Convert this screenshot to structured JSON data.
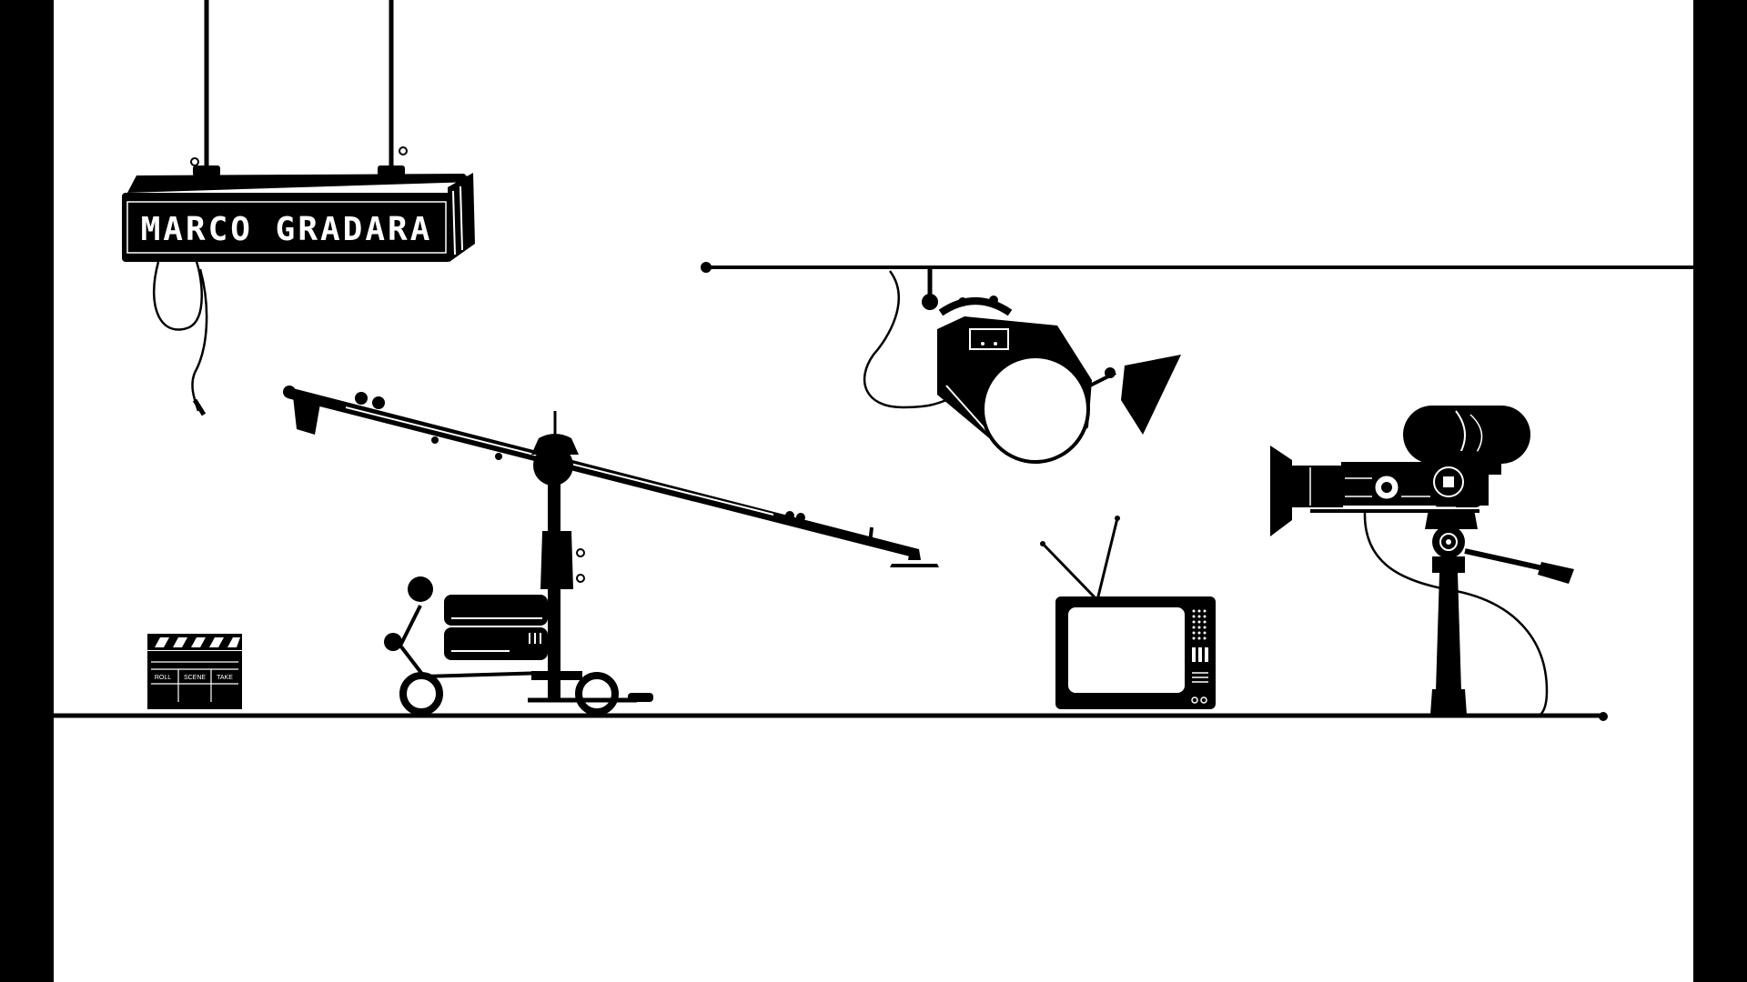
{
  "sign": {
    "text": "MARCO GRADARA"
  },
  "clapperboard": {
    "labels": [
      "ROLL",
      "SCENE",
      "TAKE"
    ]
  },
  "colors": {
    "ink": "#000000",
    "paper": "#ffffff"
  }
}
